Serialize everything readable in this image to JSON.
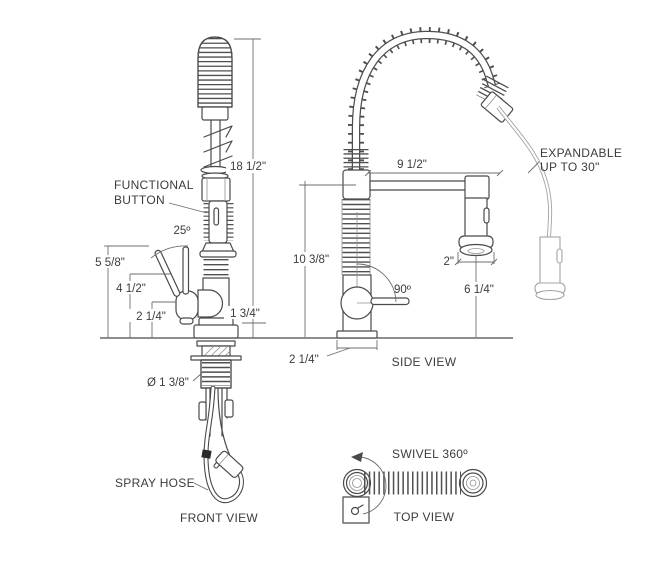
{
  "diagram": {
    "labels": {
      "functional_button_line1": "FUNCTIONAL",
      "functional_button_line2": "BUTTON",
      "spray_hose": "SPRAY HOSE",
      "front_view": "FRONT VIEW",
      "side_view": "SIDE VIEW",
      "top_view": "TOP VIEW",
      "swivel": "SWIVEL 360º",
      "expandable_line1": "EXPANDABLE",
      "expandable_line2": "UP TO 30\""
    },
    "front_dimensions": {
      "overall_height": "18 1/2\"",
      "handle_angle": "25º",
      "handle_height": "5 5/8\"",
      "mid_height": "4 1/2\"",
      "hub_height": "2 1/4\"",
      "spout_offset": "1 3/4\"",
      "shank_diameter": "Ø 1 3/8\""
    },
    "side_dimensions": {
      "spout_reach": "9 1/2\"",
      "spout_height": "10 3/8\"",
      "handle_swing": "90º",
      "sprayer_width": "2\"",
      "sprayer_height": "6 1/4\"",
      "base_width": "2 1/4\""
    },
    "colors": {
      "line": "#4a4a4a",
      "ghost_line": "#a3a3a3",
      "text": "#3c3c3c",
      "background": "#ffffff"
    }
  }
}
